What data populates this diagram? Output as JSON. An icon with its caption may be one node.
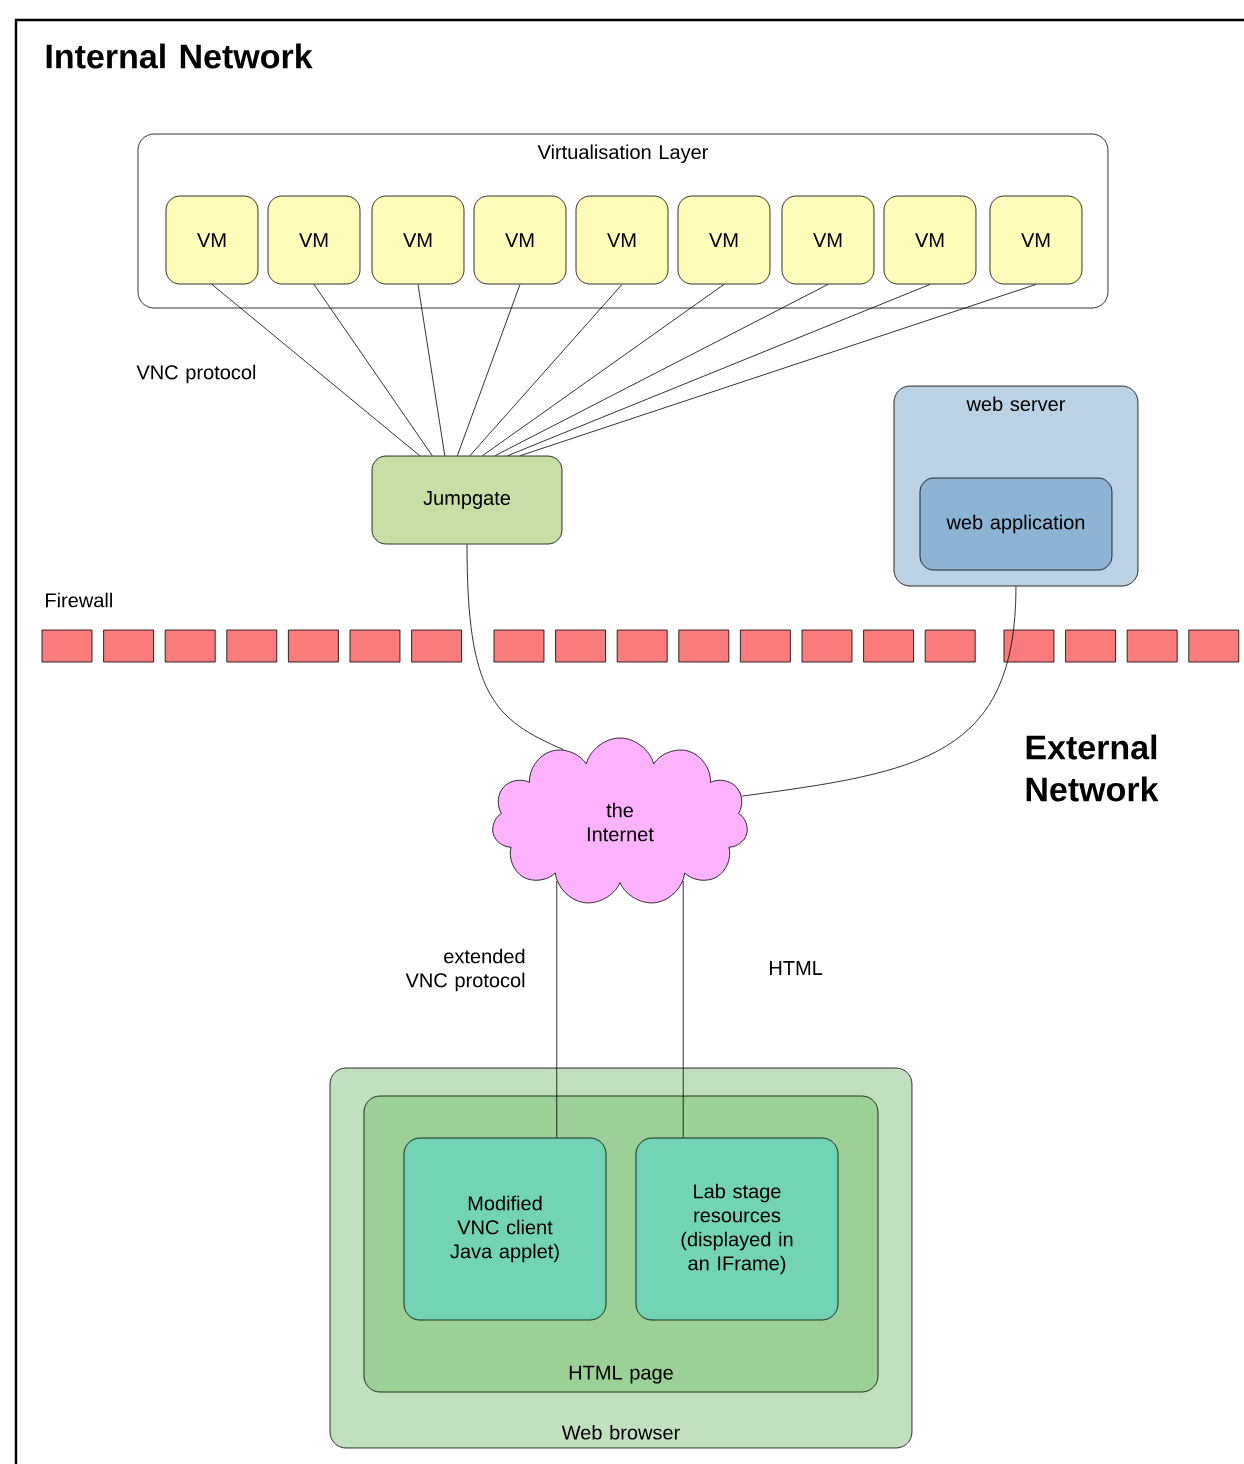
{
  "diagram": {
    "nodes": [
      {
        "text": [
          "Virtualisation Layer"
        ]
      },
      {
        "text": [
          "VM"
        ],
        "in": 0
      },
      {
        "text": [
          "VM"
        ],
        "in": 0
      },
      {
        "text": [
          "VM"
        ],
        "in": 0
      },
      {
        "text": [
          "VM"
        ],
        "in": 0
      },
      {
        "text": [
          "VM"
        ],
        "in": 0
      },
      {
        "text": [
          "VM"
        ],
        "in": 0
      },
      {
        "text": [
          "VM"
        ],
        "in": 0
      },
      {
        "text": [
          "VM"
        ],
        "in": 0
      },
      {
        "text": [
          "VM"
        ],
        "in": 0
      },
      {
        "text": [
          "Jumpgate"
        ]
      },
      {
        "text": [
          "web server"
        ]
      },
      {
        "text": [
          "web application"
        ],
        "in": 11
      },
      {
        "text": [
          "the Internet"
        ]
      },
      {
        "text": [
          "Web browser"
        ]
      },
      {
        "text": [
          "HTML page"
        ],
        "in": 14
      },
      {
        "text": [
          "Modified VNC client Java applet)"
        ],
        "in": 15
      },
      {
        "text": [
          "Lab stage resources (displayed in an IFrame)"
        ],
        "in": 15
      }
    ],
    "edges": [
      {
        "from": 1,
        "to": 10,
        "arrow": "none"
      },
      {
        "from": 2,
        "to": 10,
        "arrow": "none"
      },
      {
        "from": 3,
        "to": 10,
        "arrow": "none"
      },
      {
        "from": 4,
        "to": 10,
        "arrow": "none"
      },
      {
        "from": 5,
        "to": 10,
        "arrow": "none"
      },
      {
        "from": 6,
        "to": 10,
        "arrow": "none"
      },
      {
        "from": 7,
        "to": 10,
        "arrow": "none"
      },
      {
        "from": 8,
        "to": 10,
        "arrow": "none"
      },
      {
        "from": 9,
        "to": 10,
        "arrow": "none"
      },
      {
        "from": 10,
        "to": 13,
        "arrow": "none"
      },
      {
        "from": 11,
        "to": 13,
        "arrow": "none"
      },
      {
        "from": 13,
        "to": 16,
        "label": "extended VNC protocol",
        "arrow": "none"
      },
      {
        "from": 13,
        "to": 17,
        "label": "HTML",
        "arrow": "none"
      }
    ],
    "labels": [
      "Internal Network",
      "VNC protocol",
      "Firewall",
      "External Network"
    ]
  }
}
